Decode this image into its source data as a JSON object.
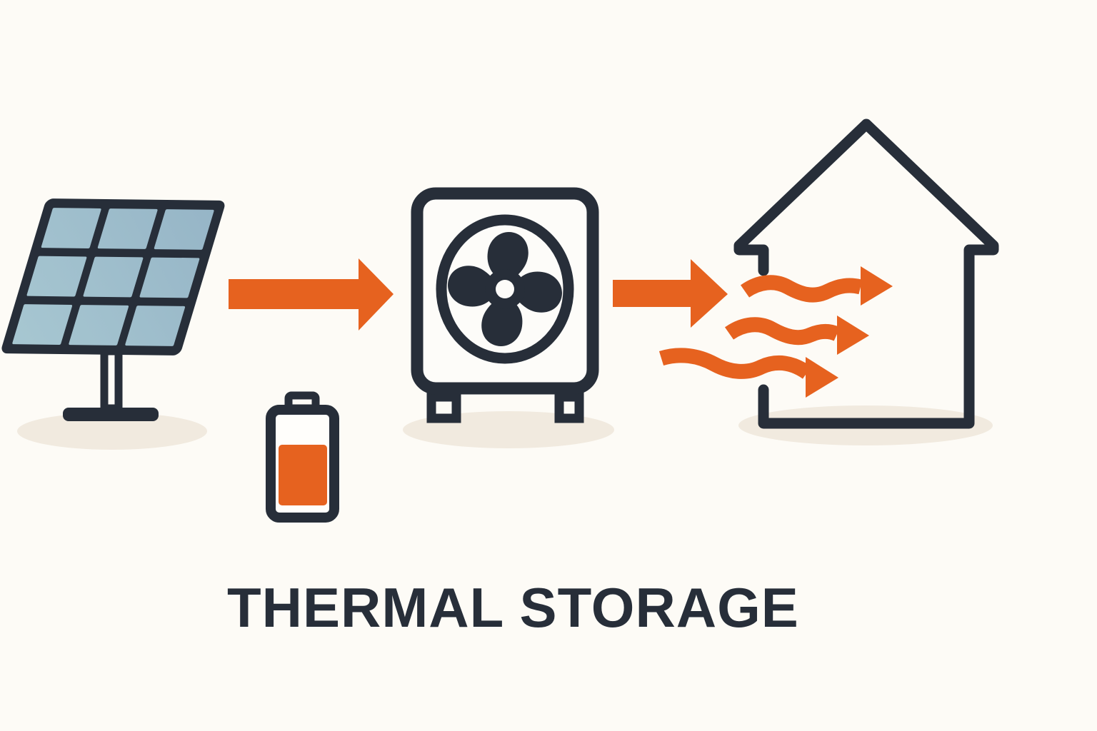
{
  "title": "THERMAL STORAGE",
  "colors": {
    "background": "#FDFBF6",
    "ink": "#272E39",
    "orange": "#E6621F",
    "panel_blue": "#9DBFCB",
    "panel_blue_light": "#A8C8D2",
    "panel_blue_dark": "#95B4C6",
    "shadow": "#F1EADF",
    "device_face": "#FDFCF9",
    "battery_face": "#FFFEFB"
  },
  "components": {
    "solar_panel": {
      "icon": "solar-panel-icon",
      "cell_rows": 3,
      "cell_cols": 3
    },
    "energy_flow_arrow": {
      "icon": "arrow-right-icon"
    },
    "battery": {
      "icon": "battery-icon",
      "charge_fraction": 0.6
    },
    "heat_pump": {
      "icon": "heat-pump-fan-icon",
      "fan_blades": 4
    },
    "heat_flow_arrow": {
      "icon": "arrow-right-icon"
    },
    "heat_waves": {
      "icon": "heat-wave-arrow-icon",
      "count": 3
    },
    "house": {
      "icon": "house-icon"
    }
  }
}
